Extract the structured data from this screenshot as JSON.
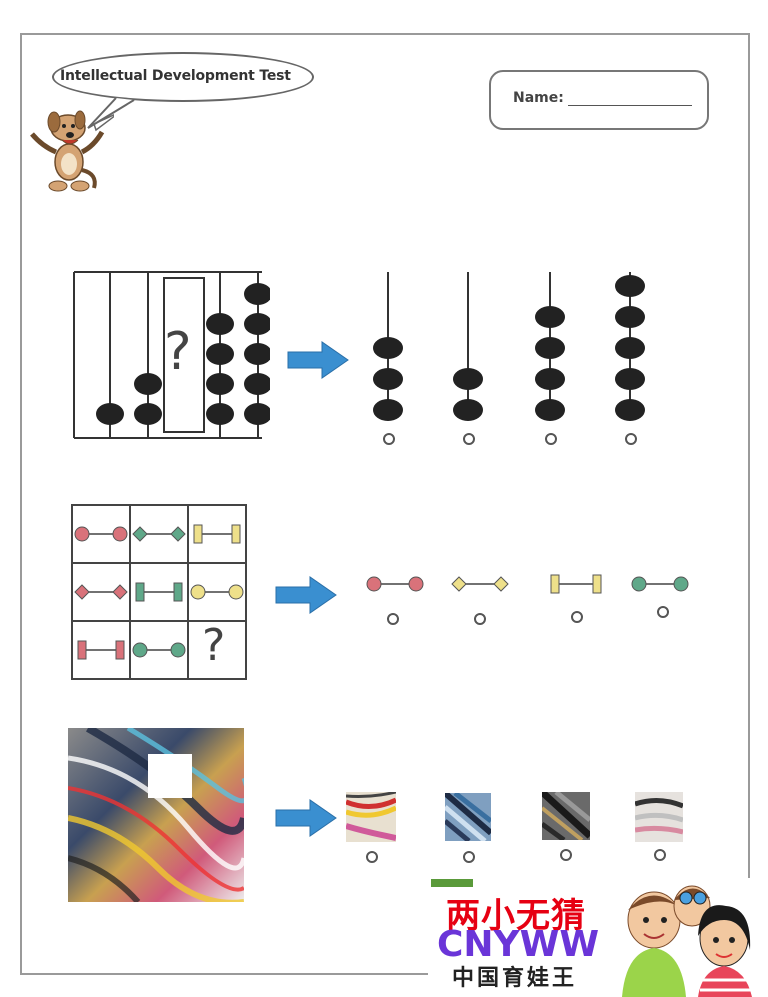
{
  "header": {
    "title": "Intellectual Development Test",
    "name_label": "Name:"
  },
  "questions": [
    {
      "id": "abacus-beads",
      "given_bead_counts": [
        1,
        2,
        null,
        4,
        5
      ],
      "option_bead_counts": [
        3,
        2,
        4,
        5
      ],
      "mark": "?"
    },
    {
      "id": "shape-grid",
      "grid": [
        [
          "red-circle",
          "green-diamond",
          "yellow-rect"
        ],
        [
          "red-diamond",
          "green-rect",
          "yellow-circle"
        ],
        [
          "red-rect",
          "green-circle",
          null
        ]
      ],
      "options": [
        "red-circle",
        "yellow-diamond",
        "yellow-rect",
        "green-circle"
      ],
      "mark": "?"
    },
    {
      "id": "marble-pattern",
      "options": [
        "marble-piece-1",
        "marble-piece-2",
        "marble-piece-3",
        "marble-piece-4"
      ]
    }
  ],
  "colors": {
    "red": "#d9727a",
    "green": "#5fa889",
    "yellow": "#eee08a",
    "arrow": "#3a8fd0",
    "bead": "#222222"
  },
  "watermark": {
    "line1": "两小无猜",
    "line2": "CNYWW",
    "line3": "中国育娃王"
  }
}
